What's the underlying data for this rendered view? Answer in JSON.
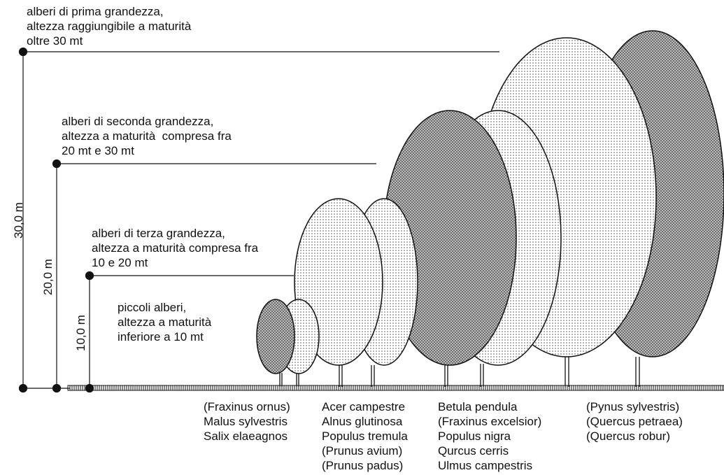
{
  "height_labels": {
    "h30": "30,0 m",
    "h20": "20,0 m",
    "h10": "10,0 m"
  },
  "categories": {
    "prima": [
      "alberi di prima grandezza,",
      "altezza raggiungibile a maturità",
      "oltre 30 mt"
    ],
    "seconda": [
      "alberi di seconda grandezza,",
      "altezza a maturità  compresa fra",
      "20 mt e 30 mt"
    ],
    "terza": [
      "alberi di terza grandezza,",
      "altezza a maturità compresa fra",
      "10 e 20 mt"
    ],
    "piccoli": [
      "piccoli alberi,",
      "altezza a maturità",
      "inferiore a 10 mt"
    ]
  },
  "species": {
    "piccoli": [
      "(Fraxinus ornus)",
      "Malus sylvestris",
      "Salix elaeagnos"
    ],
    "terza": [
      "Acer campestre",
      "Alnus glutinosa",
      "Populus tremula",
      "(Prunus avium)",
      "(Prunus padus)"
    ],
    "seconda": [
      "Betula pendula",
      "(Fraxinus excelsior)",
      "Populus nigra",
      "Qurcus cerris",
      "Ulmus campestris"
    ],
    "prima": [
      "(Pynus sylvestris)",
      "(Quercus petraea)",
      "(Quercus robur)"
    ]
  },
  "colors": {
    "dark_fill": "#a9a9a9",
    "light_fill": "#e4e4e4",
    "ink": "#111111"
  }
}
